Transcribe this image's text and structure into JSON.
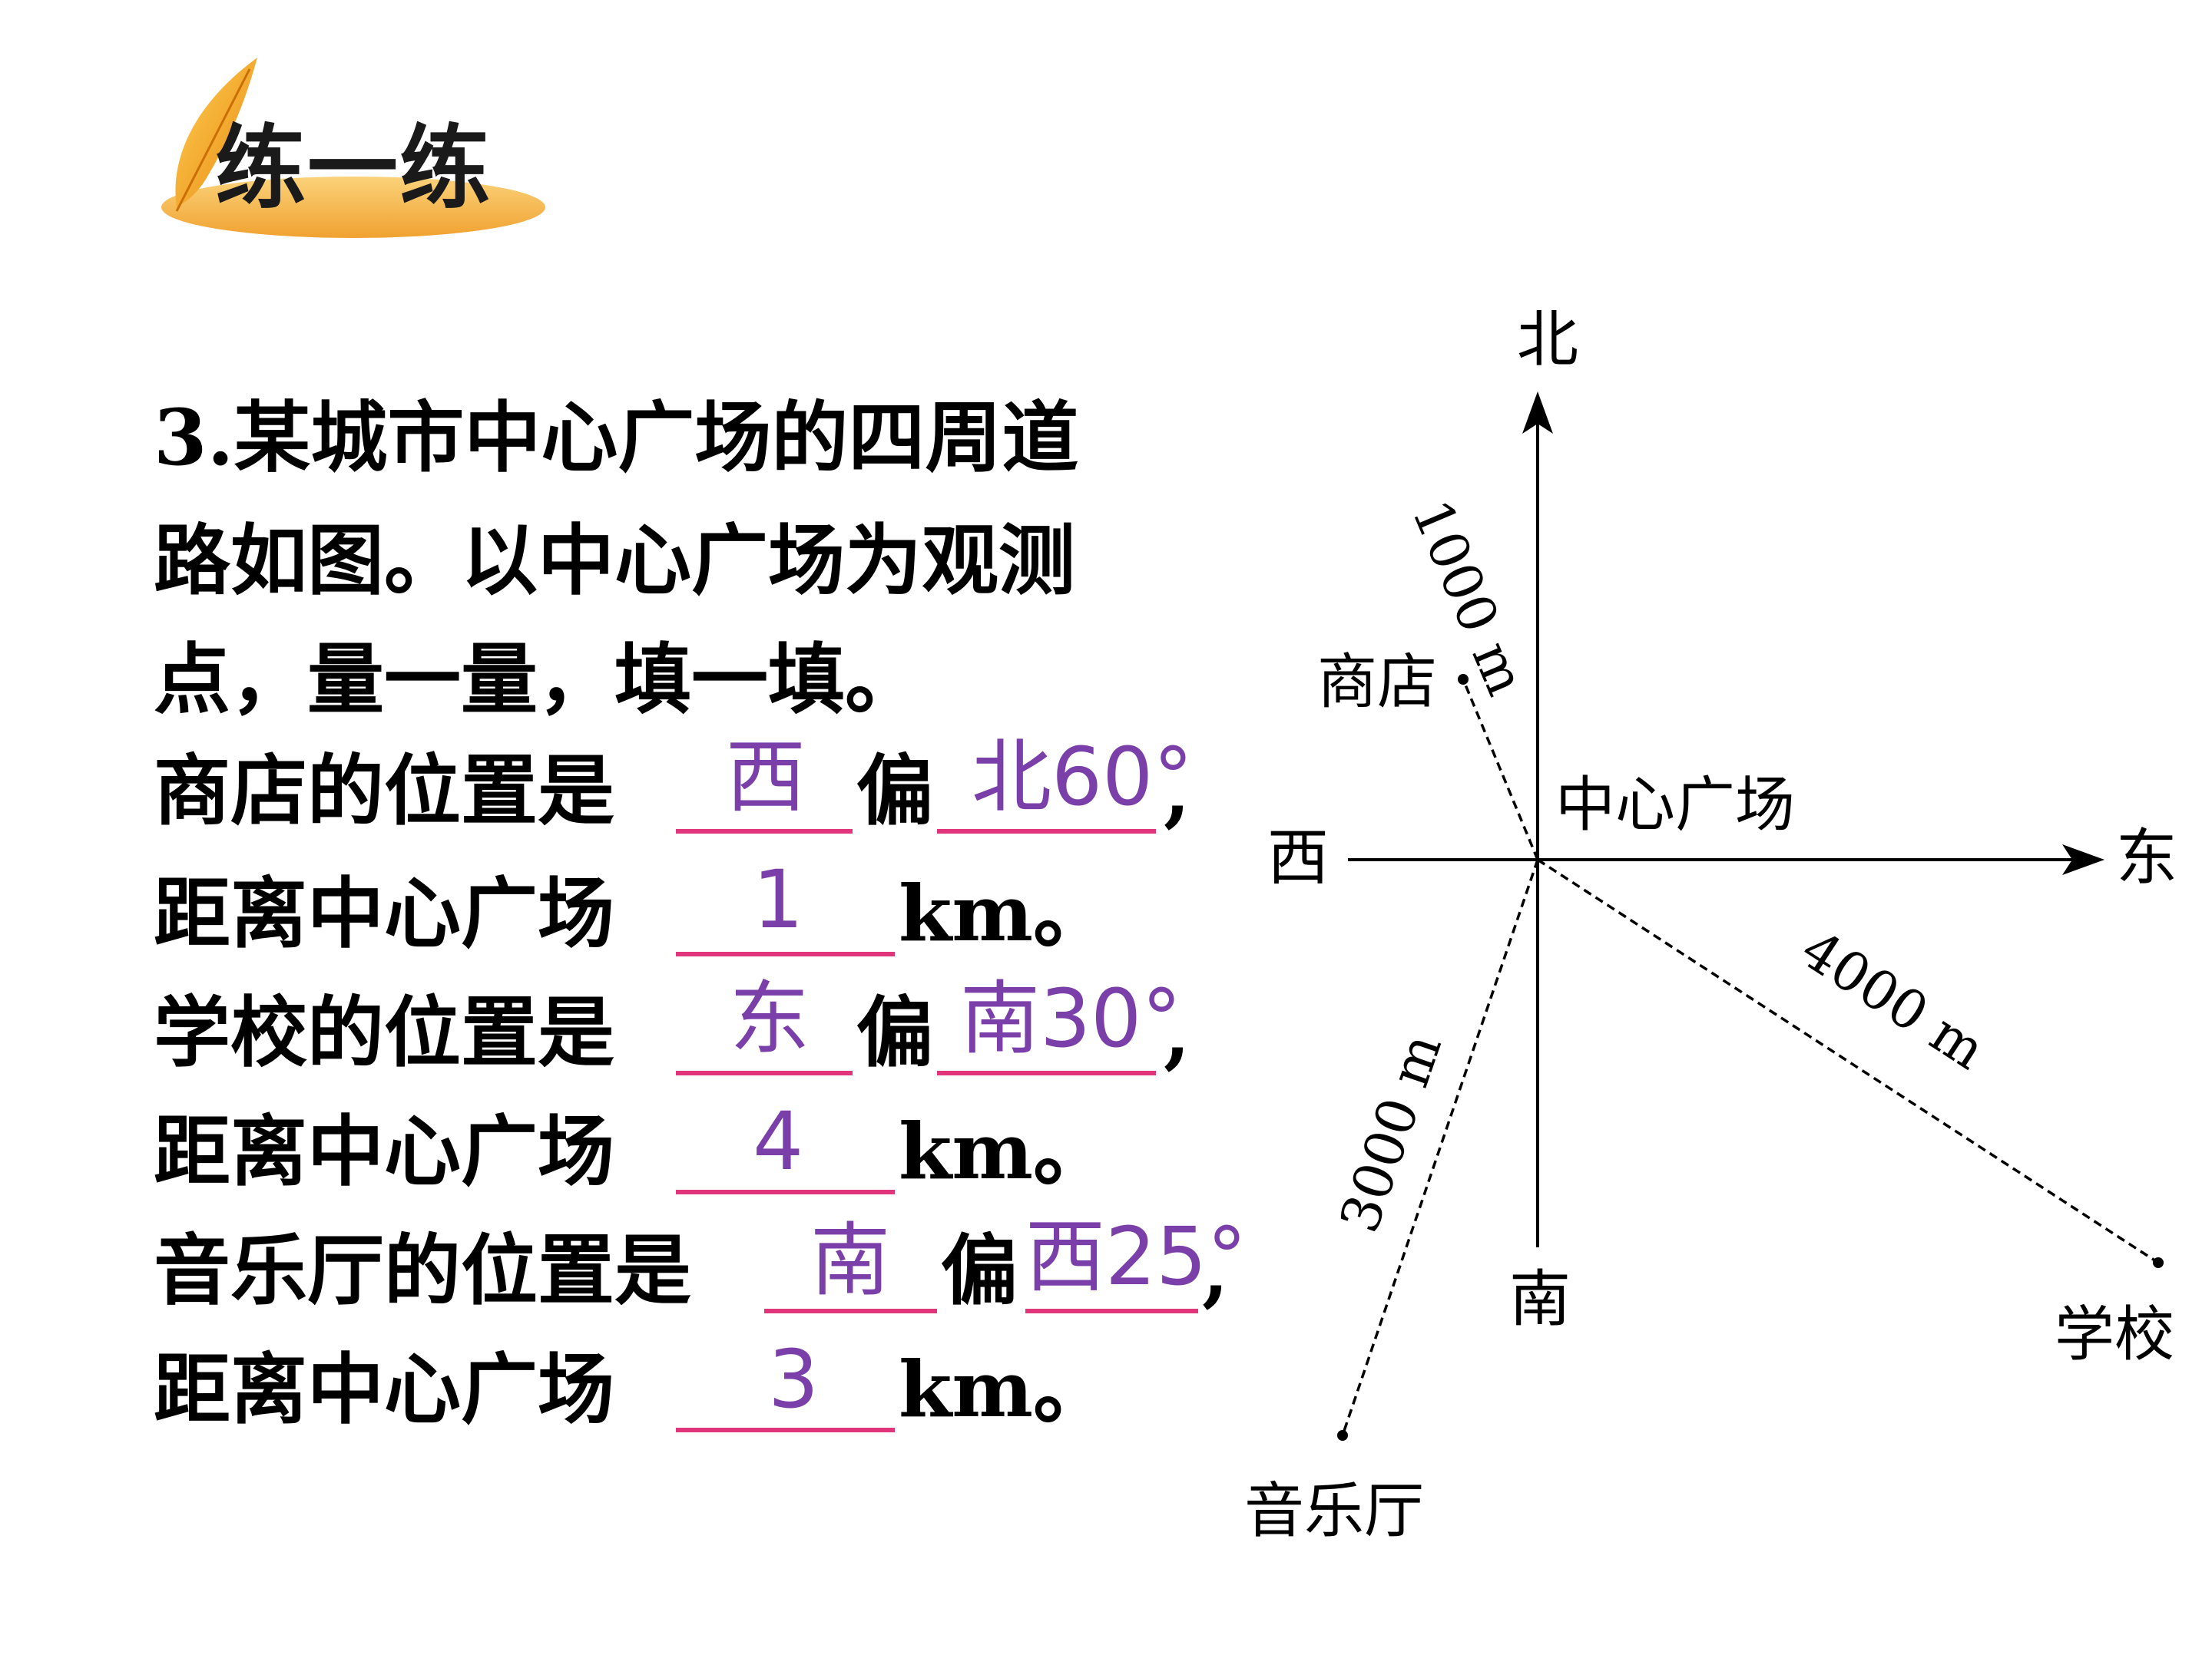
{
  "header": {
    "title": "练一练"
  },
  "question": {
    "lines": [
      "3.某城市中心广场的四周道",
      "路如图。以中心广场为观测",
      "点，量一量，填一填。"
    ],
    "shop_label": "商店的位置是",
    "school_label": "学校的位置是",
    "hall_label": "音乐厅的位置是",
    "bias_word": "偏",
    "comma": ",",
    "distance_label": "距离中心广场",
    "unit": "km。",
    "answers": {
      "shop_dir": "西",
      "shop_angle": "北60°",
      "shop_dist": "1",
      "school_dir": "东",
      "school_angle": "南30°",
      "school_dist": "4",
      "hall_dir": "南",
      "hall_angle": "西25°",
      "hall_dist": "3"
    }
  },
  "diagram": {
    "north": "北",
    "south": "南",
    "east": "东",
    "west": "西",
    "center": "中心广场",
    "shop": "商店",
    "school": "学校",
    "hall": "音乐厅",
    "shop_distance": "1000 m",
    "school_distance": "4000 m",
    "hall_distance": "3000 m"
  },
  "colors": {
    "answer": "#7a3fa8",
    "underline": "#e0357a",
    "badge": "#f5a623"
  }
}
